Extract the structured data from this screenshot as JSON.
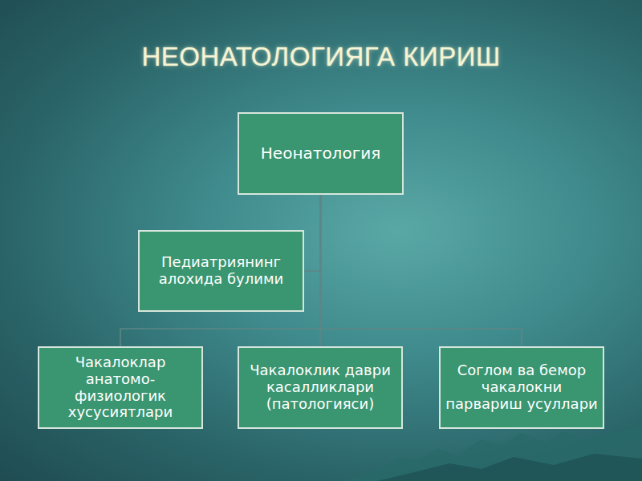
{
  "diagram": {
    "title": "НЕОНАТОЛОГИЯГА КИРИШ",
    "nodes": [
      {
        "text": [
          "Неонатология"
        ]
      },
      {
        "text": [
          "Педиатриянинг алохида булими"
        ]
      },
      {
        "text": [
          "Чакалоклар анатомо- физиологик хусусиятлари"
        ]
      },
      {
        "text": [
          "Чакалоклик даври касалликлари (патологияси)"
        ]
      },
      {
        "text": [
          "Соглом ва бемор чакалокни парвариш усуллари"
        ]
      }
    ],
    "edges": [
      {
        "from": 0,
        "to": 1,
        "arrow": "none"
      },
      {
        "from": 0,
        "to": 2,
        "arrow": "none"
      },
      {
        "from": 0,
        "to": 3,
        "arrow": "none"
      },
      {
        "from": 0,
        "to": 4,
        "arrow": "none"
      }
    ]
  }
}
